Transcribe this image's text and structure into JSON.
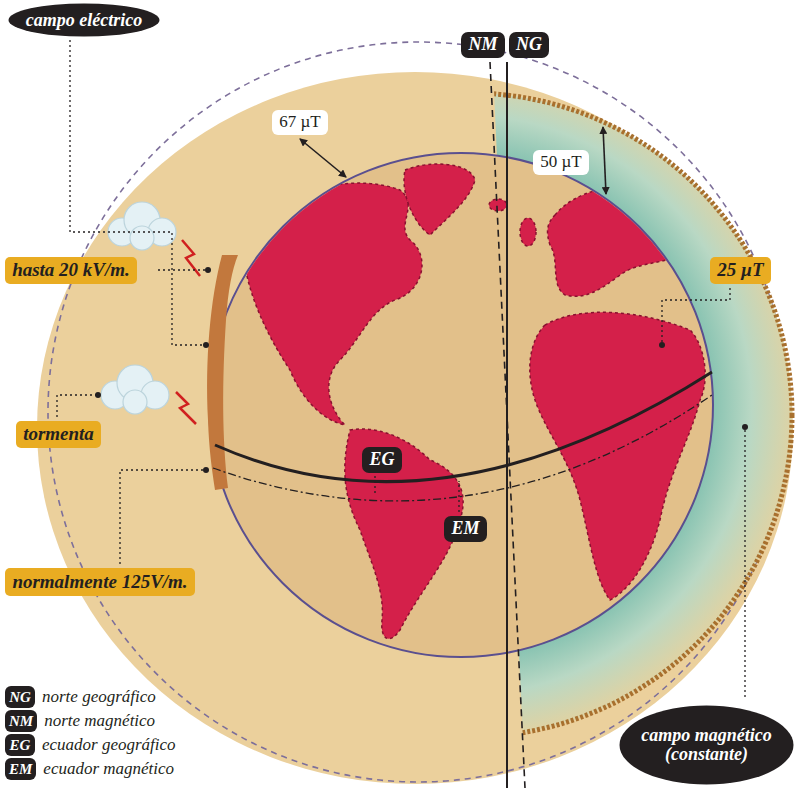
{
  "diagram": {
    "nodes": [
      {
        "text": [
          "campo eléctrico"
        ]
      },
      {
        "text": [
          "NM"
        ]
      },
      {
        "text": [
          "NG"
        ]
      },
      {
        "text": [
          "67 µT"
        ]
      },
      {
        "text": [
          "50 µT"
        ]
      },
      {
        "text": [
          "hasta 20 kV/m."
        ]
      },
      {
        "text": [
          "25 µT"
        ]
      },
      {
        "text": [
          "tormenta"
        ]
      },
      {
        "text": [
          "EG"
        ]
      },
      {
        "text": [
          "EM"
        ]
      },
      {
        "text": [
          "normalmente 125V/m."
        ]
      },
      {
        "text": [
          "campo magnético (constante)"
        ]
      }
    ],
    "labels": [
      "NG",
      "NM",
      "EG",
      "EM"
    ],
    "legend": [
      {
        "text": "norte geográfico",
        "color": "#231f20"
      },
      {
        "text": "norte magnético",
        "color": "#231f20"
      },
      {
        "text": "ecuador geográfico",
        "color": "#231f20"
      },
      {
        "text": "ecuador magnético",
        "color": "#231f20"
      }
    ]
  }
}
